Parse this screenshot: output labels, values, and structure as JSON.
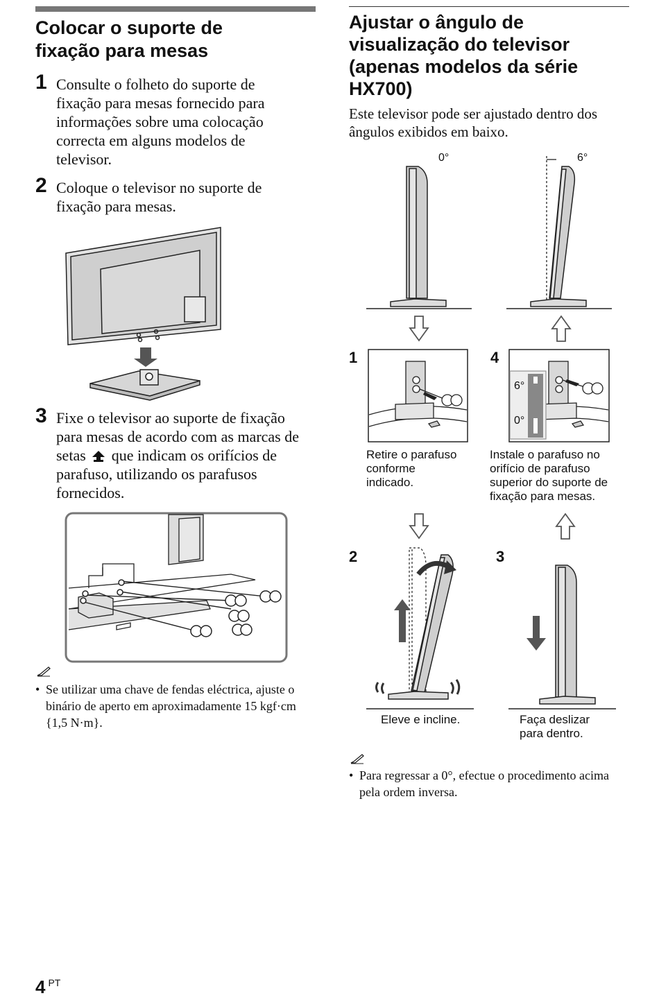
{
  "left": {
    "heading": [
      "Colocar o suporte de",
      "fixação para mesas"
    ],
    "steps": [
      {
        "num": "1",
        "lines": [
          "Consulte o folheto do suporte de",
          "fixação para mesas fornecido para",
          "informações sobre uma colocação",
          "correcta em alguns modelos de",
          "televisor."
        ]
      },
      {
        "num": "2",
        "lines": [
          "Coloque o televisor no suporte de",
          "fixação para mesas."
        ]
      },
      {
        "num": "3",
        "lines": [
          "Fixe o televisor ao suporte de fixação",
          "para mesas de acordo com as marcas de",
          "que indicam os orifícios de",
          "parafuso, utilizando os parafusos",
          "fornecidos."
        ],
        "setas_word": "setas"
      }
    ],
    "note": {
      "icon": "pencil-note-icon",
      "bullet": "•",
      "lines": [
        "Se utilizar uma chave de fendas eléctrica, ajuste o",
        "binário de aperto em aproximadamente 15 kgf·cm",
        "{1,5 N·m}."
      ]
    }
  },
  "right": {
    "heading": [
      "Ajustar o ângulo de",
      "visualização do televisor",
      "(apenas modelos da série",
      "HX700)"
    ],
    "intro": [
      "Este televisor pode ser ajustado dentro dos",
      "ângulos exibidos em baixo."
    ],
    "angle_0": "0°",
    "angle_6": "6°",
    "figures": {
      "f1": {
        "num": "1",
        "caption": [
          "Retire o parafuso",
          "conforme",
          "indicado."
        ]
      },
      "f4": {
        "num": "4",
        "caption": [
          "Instale o parafuso no",
          "orifício de parafuso",
          "superior do suporte de",
          "fixação para mesas."
        ],
        "label_6": "6°",
        "label_0": "0°"
      },
      "f2": {
        "num": "2",
        "caption": [
          "Eleve e incline."
        ]
      },
      "f3": {
        "num": "3",
        "caption": [
          "Faça deslizar",
          "para dentro."
        ]
      }
    },
    "note": {
      "icon": "pencil-note-icon",
      "bullet": "•",
      "lines": [
        "Para regressar a 0°, efectue o procedimento acima",
        "pela ordem inversa."
      ]
    }
  },
  "footer": {
    "page_num": "4",
    "lang": "PT"
  }
}
